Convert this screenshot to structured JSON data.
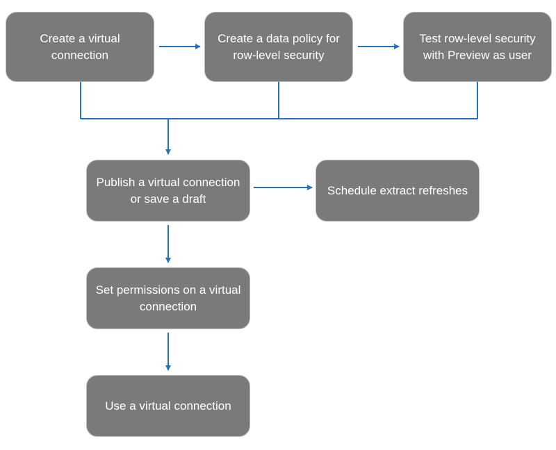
{
  "colors": {
    "node_fill": "#7a7a7a",
    "node_border": "#b9b9b9",
    "node_text": "#ffffff",
    "connector": "#1f73c0"
  },
  "nodes": {
    "create_virtual_connection": "Create a virtual connection",
    "create_data_policy": "Create a data policy for row-level security",
    "test_row_level_security": "Test row-level security with Preview as user",
    "publish_virtual_connection": "Publish a virtual connection or save a draft",
    "schedule_extract_refreshes": "Schedule extract refreshes",
    "set_permissions": "Set permissions on a virtual connection",
    "use_virtual_connection": "Use a virtual connection"
  }
}
